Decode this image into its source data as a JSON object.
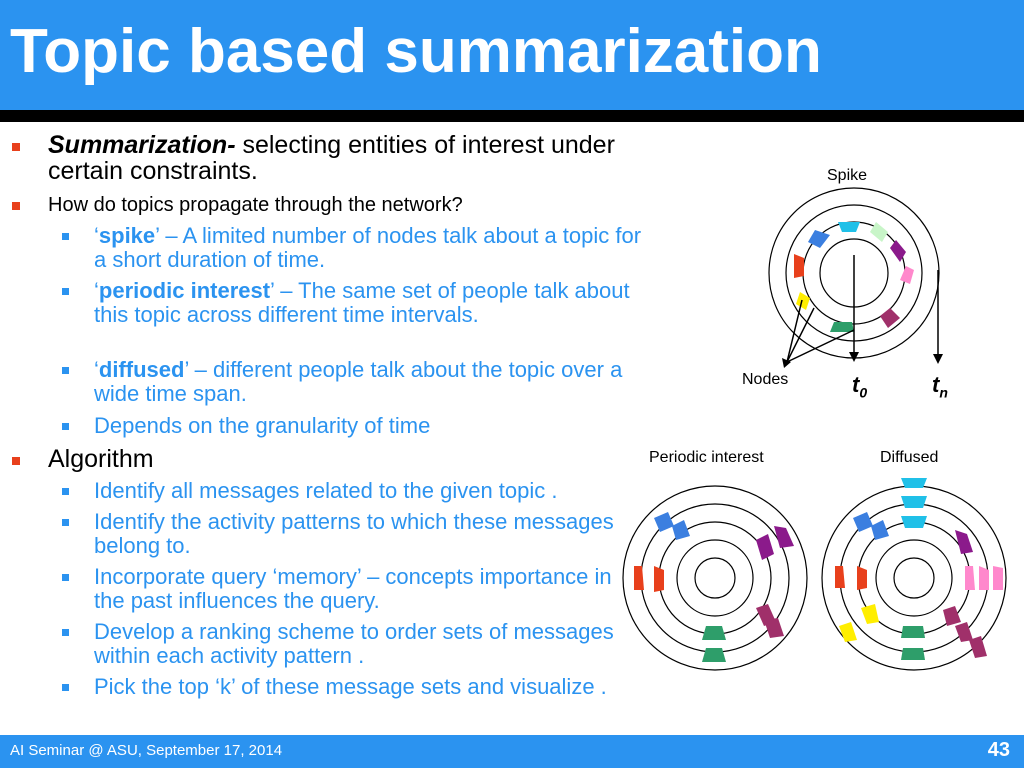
{
  "slide": {
    "title": "Topic based summarization",
    "footer_left": "AI Seminar @ ASU, September 17, 2014",
    "page_number": "43"
  },
  "bullets": {
    "b1_emph": "Summarization-",
    "b1_rest": " selecting entities of interest under certain constraints.",
    "b2": "How do topics propagate through the network?",
    "spike_term": "spike",
    "spike_desc": "’ – A limited number of nodes talk about a topic for a short duration of time.",
    "periodic_term": "periodic interest",
    "periodic_desc": "’ – The same set of people talk about this topic across different time intervals.",
    "diffused_term": "diffused",
    "diffused_desc": "’ – different people talk about the topic over a wide time span.",
    "granularity": "Depends on the granularity of time",
    "algorithm": "Algorithm",
    "alg_steps": [
      "Identify all messages related to the given topic .",
      "Identify the activity patterns to which these messages belong to.",
      "Incorporate query ‘memory’ – concepts importance in the past influences the query.",
      "Develop a ranking scheme to order sets of messages within each activity pattern .",
      "Pick the top ‘k’ of these message sets and visualize ."
    ]
  },
  "figures": {
    "spike_label": "Spike",
    "nodes_label": "Nodes",
    "t0_main": "t",
    "t0_sub": "0",
    "tn_main": "t",
    "tn_sub": "n",
    "periodic_label": "Periodic interest",
    "diffused_label": "Diffused"
  },
  "colors": {
    "accent_blue": "#2b93f0",
    "bullet_red": "#e8401c"
  }
}
